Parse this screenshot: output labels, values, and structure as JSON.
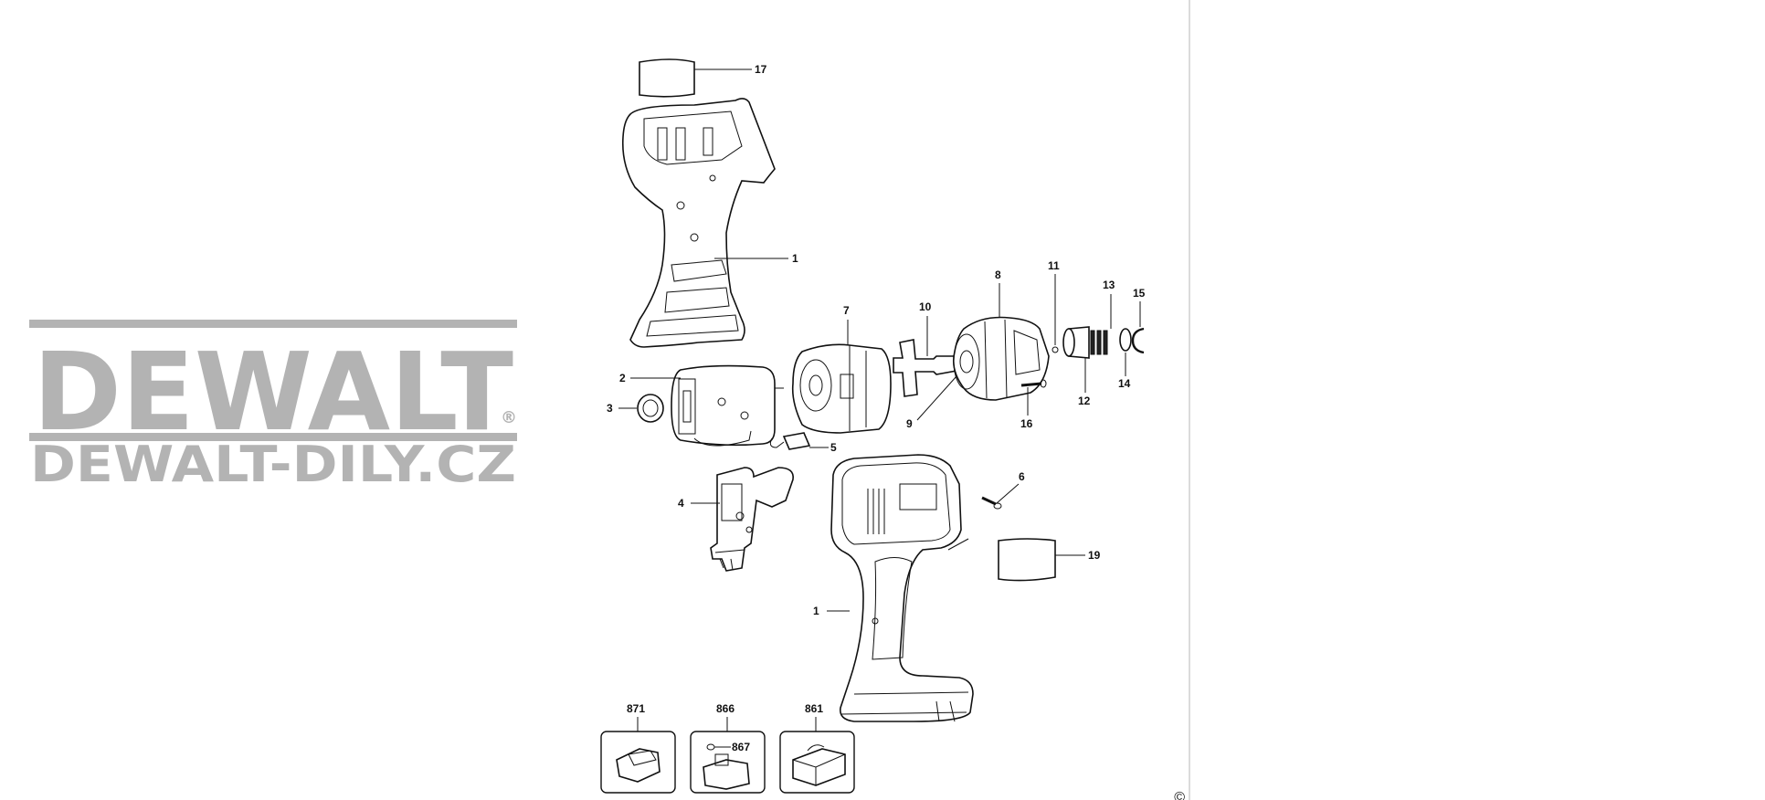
{
  "watermark": {
    "brand": "DEWALT",
    "registered": "®",
    "site": "DEWALT-DILY.CZ"
  },
  "copyright": "©",
  "colors": {
    "watermark": "#b3b3b3",
    "ink": "#111111",
    "divider": "#cfcfcf"
  },
  "callouts": {
    "c17": "17",
    "c1_upper": "1",
    "c7": "7",
    "c10": "10",
    "c8": "8",
    "c11": "11",
    "c13": "13",
    "c15": "15",
    "c2": "2",
    "c3": "3",
    "c9": "9",
    "c16": "16",
    "c12": "12",
    "c14": "14",
    "c5": "5",
    "c4": "4",
    "c6": "6",
    "c19": "19",
    "c1_lower": "1",
    "c871": "871",
    "c866": "866",
    "c867": "867",
    "c861": "861"
  }
}
